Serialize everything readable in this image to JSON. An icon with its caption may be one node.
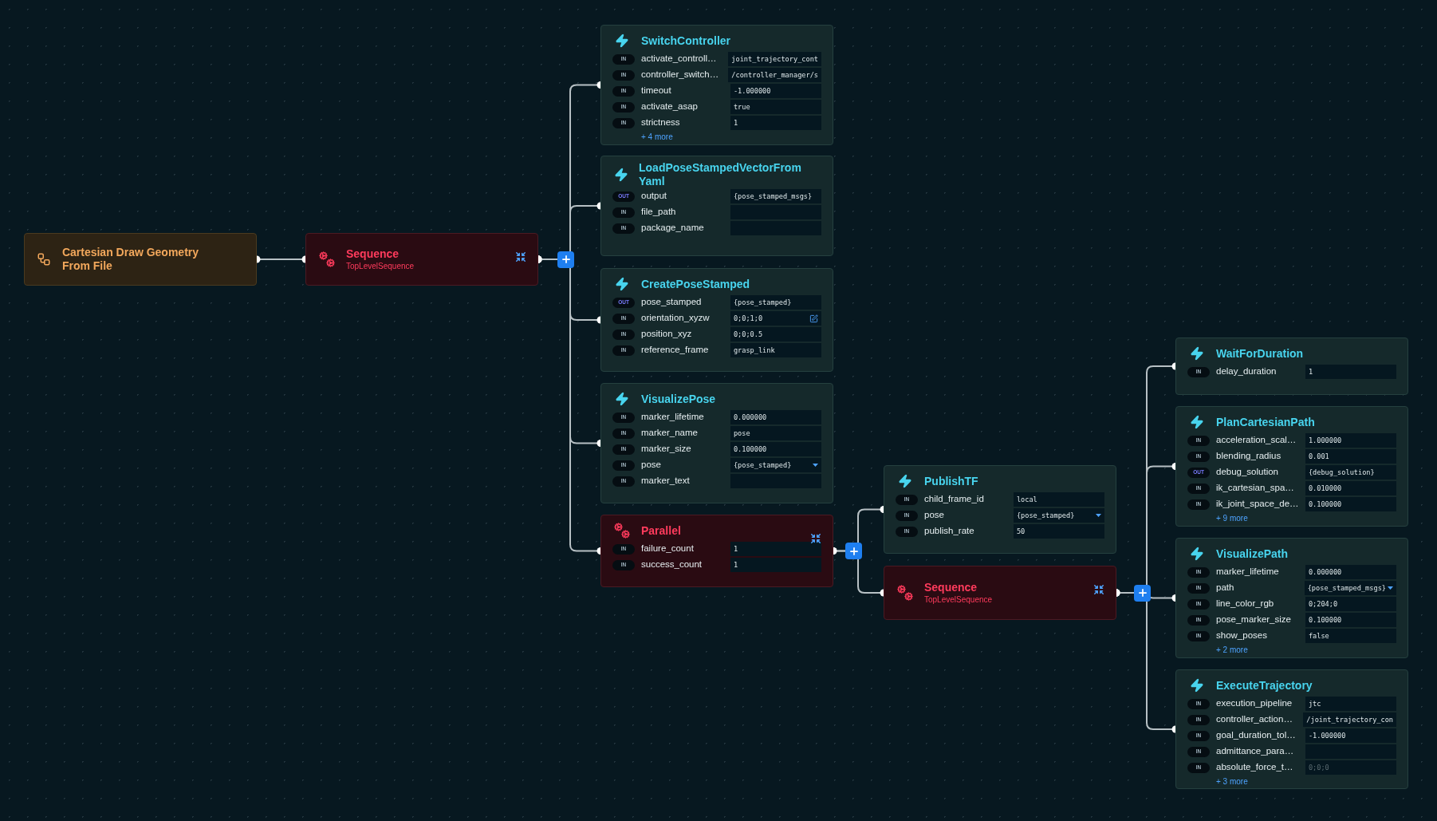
{
  "diagram": {
    "nodes": [
      {
        "text": [
          "Cartesian Draw Geometry From File"
        ]
      },
      {
        "text": [
          "Sequence",
          "TopLevelSequence"
        ]
      },
      {
        "text": [
          "SwitchController",
          "IN",
          "activate_controll…",
          "joint_trajectory_cont",
          "IN",
          "controller_switch…",
          "/controller_manager/s",
          "IN",
          "timeout",
          "-1.000000",
          "IN",
          "activate_asap",
          "true",
          "IN",
          "strictness",
          "1",
          "+ 4 more"
        ]
      },
      {
        "text": [
          "LoadPoseStampedVectorFromYaml",
          "OUT",
          "output",
          "{pose_stamped_msgs}",
          "IN",
          "file_path",
          "IN",
          "package_name"
        ]
      },
      {
        "text": [
          "CreatePoseStamped",
          "OUT",
          "pose_stamped",
          "{pose_stamped}",
          "IN",
          "orientation_xyzw",
          "0;0;1;0",
          "IN",
          "position_xyz",
          "0;0;0.5",
          "IN",
          "reference_frame",
          "grasp_link"
        ]
      },
      {
        "text": [
          "VisualizePose",
          "IN",
          "marker_lifetime",
          "0.000000",
          "IN",
          "marker_name",
          "pose",
          "IN",
          "marker_size",
          "0.100000",
          "IN",
          "pose",
          "{pose_stamped}",
          "IN",
          "marker_text"
        ]
      },
      {
        "text": [
          "Parallel",
          "IN",
          "failure_count",
          "1",
          "IN",
          "success_count",
          "1"
        ]
      },
      {
        "text": [
          "PublishTF",
          "IN",
          "child_frame_id",
          "local",
          "IN",
          "pose",
          "{pose_stamped}",
          "IN",
          "publish_rate",
          "50"
        ]
      },
      {
        "text": [
          "Sequence",
          "TopLevelSequence"
        ]
      },
      {
        "text": [
          "WaitForDuration",
          "IN",
          "delay_duration",
          "1"
        ]
      },
      {
        "text": [
          "PlanCartesianPath",
          "IN",
          "acceleration_scal…",
          "1.000000",
          "IN",
          "blending_radius",
          "0.001",
          "OUT",
          "debug_solution",
          "{debug_solution}",
          "IN",
          "ik_cartesian_spa…",
          "0.010000",
          "IN",
          "ik_joint_space_de…",
          "0.100000",
          "+ 9 more"
        ]
      },
      {
        "text": [
          "VisualizePath",
          "IN",
          "marker_lifetime",
          "0.000000",
          "IN",
          "path",
          "{pose_stamped_msgs}",
          "IN",
          "line_color_rgb",
          "0;204;0",
          "IN",
          "pose_marker_size",
          "0.100000",
          "IN",
          "show_poses",
          "false",
          "+ 2 more"
        ]
      },
      {
        "text": [
          "ExecuteTrajectory",
          "IN",
          "execution_pipeline",
          "jtc",
          "IN",
          "controller_action…",
          "/joint_trajectory_con",
          "IN",
          "goal_duration_tol…",
          "-1.000000",
          "IN",
          "admittance_para…",
          "IN",
          "absolute_force_t…",
          "0;0;0",
          "+ 3 more"
        ]
      }
    ],
    "edges": [
      {
        "from": 0,
        "to": 1,
        "arrow": "other"
      },
      {
        "from": 1,
        "to": 2,
        "arrow": "other"
      },
      {
        "from": 1,
        "to": 3,
        "arrow": "other"
      },
      {
        "from": 1,
        "to": 4,
        "arrow": "other"
      },
      {
        "from": 1,
        "to": 5,
        "arrow": "other"
      },
      {
        "from": 1,
        "to": 6,
        "arrow": "other"
      },
      {
        "from": 6,
        "to": 7,
        "arrow": "other"
      },
      {
        "from": 6,
        "to": 8,
        "arrow": "other"
      },
      {
        "from": 8,
        "to": 9,
        "arrow": "other"
      },
      {
        "from": 8,
        "to": 10,
        "arrow": "other"
      },
      {
        "from": 8,
        "to": 11,
        "arrow": "other"
      },
      {
        "from": 8,
        "to": 12,
        "arrow": "other"
      }
    ]
  }
}
